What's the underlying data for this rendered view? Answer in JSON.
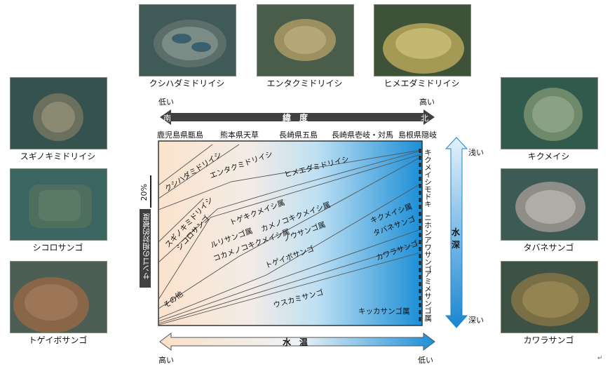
{
  "photos": {
    "top": [
      "クシハダミドリイシ",
      "エンタクミドリイシ",
      "ヒメエダミドリイシ"
    ],
    "left": [
      "スギノキミドリイシ",
      "シコロサンゴ",
      "トゲイボサンゴ"
    ],
    "right": [
      "キクメイシ",
      "タバネサンゴ",
      "カワラサンゴ"
    ]
  },
  "latitude": {
    "low": "低い",
    "high": "高い",
    "south": "南",
    "north": "北",
    "title": "緯　度"
  },
  "locations": [
    "鹿児島県甑島",
    "熊本県天草",
    "長崎県五島",
    "長崎県壱岐・対馬",
    "島根県隠岐"
  ],
  "temperature": {
    "title": "水　温",
    "high": "高い",
    "low": "低い"
  },
  "depth": {
    "title1": "水",
    "title2": "深",
    "shallow": "浅い",
    "deep": "深い"
  },
  "y_axis": {
    "label": "サンゴの相対的被度",
    "scale": "20%"
  },
  "groups": {
    "kushihada": "クシハダミドリイシ",
    "entaku": "エンタクミドリイシ",
    "himeeda": "ヒメエダミドリイシ",
    "sugi": "スギノキミドリイシ",
    "shikoro": "シコロサンゴ",
    "togekikumeishi": "トゲキクメイシ属",
    "ruri": "ルリサンゴ属",
    "kamenoko": "カメノコキクメイシ属",
    "kokame": "コカメノコキクメイシ属",
    "nou": "ノウサンゴ属",
    "togeibo": "トゲイボサンゴ",
    "kikumeishi": "キクメイシ属",
    "tabane": "タバネサンゴ",
    "kawara": "カワラサンゴ",
    "usukami": "ウスカミサンゴ",
    "sonota": "その他",
    "kikka": "キッカサンゴ属",
    "right_v1": "キクメイシモドキ",
    "right_v2": "ニホンアワサンゴ",
    "right_v3": "アミメサンゴ属"
  },
  "footer_mark": "↵",
  "colors": {
    "arrow_dark": "#404040",
    "blue": "#1f8fd6",
    "warm": "#f6dcc0"
  }
}
